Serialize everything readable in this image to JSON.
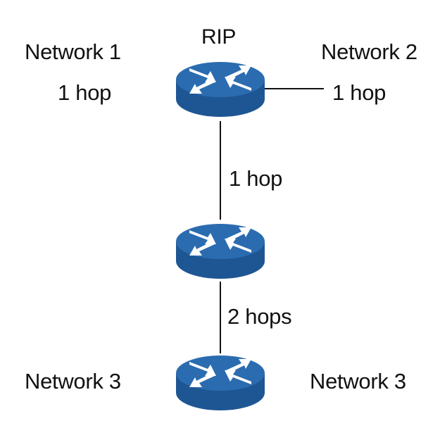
{
  "protocol_label": "RIP",
  "top_left": {
    "network": "Network 1",
    "hops": "1 hop"
  },
  "top_right": {
    "network": "Network 2",
    "hops": "1 hop"
  },
  "link_top_middle": "1 hop",
  "link_middle_bottom": "2 hops",
  "bottom_left": {
    "network": "Network 3"
  },
  "bottom_right": {
    "network": "Network 3"
  },
  "routers": [
    {
      "id": "router-top",
      "icon": "router-icon"
    },
    {
      "id": "router-middle",
      "icon": "router-icon"
    },
    {
      "id": "router-bottom",
      "icon": "router-icon"
    }
  ],
  "colors": {
    "router_top": "#2b6cb0",
    "router_side": "#1e5694",
    "line": "#111111",
    "text": "#111111"
  }
}
